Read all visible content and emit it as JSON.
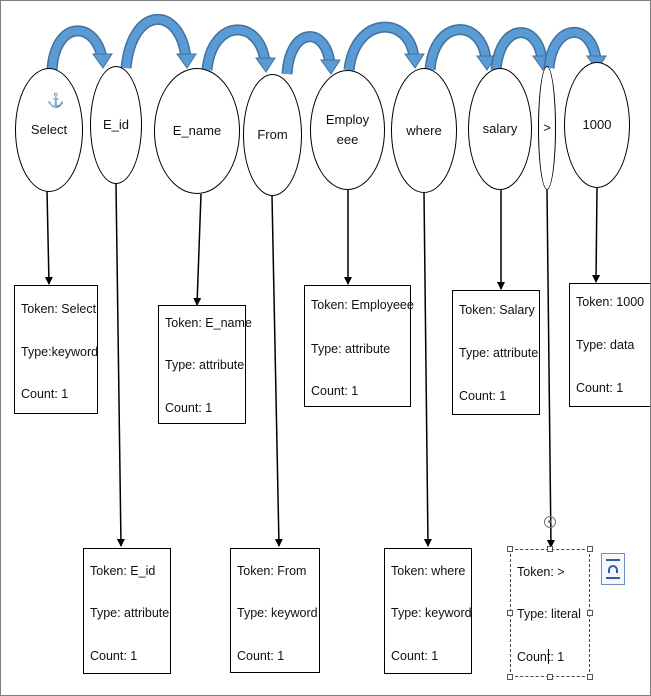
{
  "diagram": {
    "tokens": [
      {
        "id": "select",
        "text": "Select"
      },
      {
        "id": "e_id",
        "text": "E_id"
      },
      {
        "id": "e_name",
        "text": "E_name"
      },
      {
        "id": "from",
        "text": "From"
      },
      {
        "id": "employee",
        "text": "Employ\neee"
      },
      {
        "id": "where",
        "text": "where"
      },
      {
        "id": "salary",
        "text": "salary"
      },
      {
        "id": "gt",
        "text": ">"
      },
      {
        "id": "num",
        "text": "1000"
      }
    ],
    "boxes": [
      {
        "id": "select",
        "lines": [
          "Token: Select",
          "Type:keyword",
          "Count: 1"
        ]
      },
      {
        "id": "e_id",
        "lines": [
          "Token: E_id",
          "Type: attribute",
          "Count: 1"
        ]
      },
      {
        "id": "e_name",
        "lines": [
          "Token: E_name",
          "Type: attribute",
          "Count: 1"
        ]
      },
      {
        "id": "from",
        "lines": [
          "Token: From",
          "Type: keyword",
          "Count: 1"
        ]
      },
      {
        "id": "employee",
        "lines": [
          "Token: Employeee",
          "Type: attribute",
          "Count: 1"
        ]
      },
      {
        "id": "where",
        "lines": [
          "Token: where",
          "Type: keyword",
          "Count: 1"
        ]
      },
      {
        "id": "salary",
        "lines": [
          "Token: Salary",
          "Type: attribute",
          "Count: 1"
        ]
      },
      {
        "id": "gt",
        "lines": [
          "Token: >",
          "Type: literal",
          "Count: 1"
        ]
      },
      {
        "id": "num",
        "lines": [
          "Token: 1000",
          "Type: data",
          "Count: 1"
        ]
      }
    ],
    "colors": {
      "curved_arrow": "#5b9bd5",
      "curved_arrow_edge": "#41719c",
      "outline": "#000000"
    },
    "icons": [
      "anchor-icon",
      "rotate-handle-icon",
      "layout-options-icon"
    ]
  }
}
